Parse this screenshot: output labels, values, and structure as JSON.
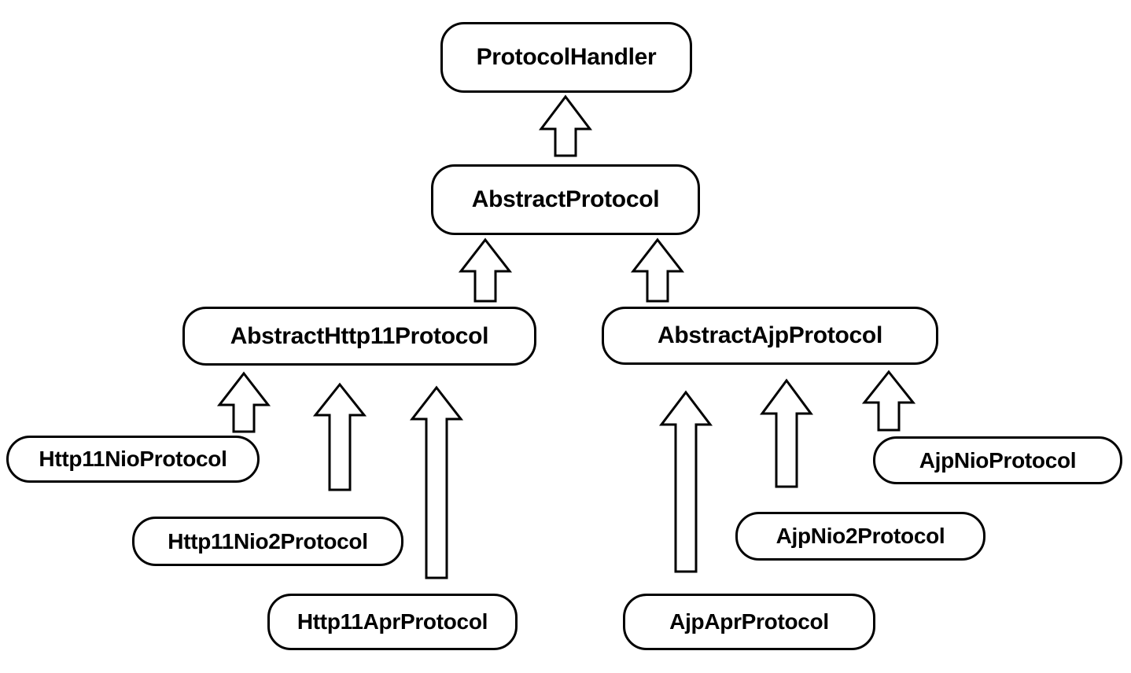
{
  "diagram": {
    "type": "class-inheritance-hierarchy",
    "background_color": "#ffffff",
    "box_fill_color": "#ffffff",
    "box_border_color": "#000000",
    "text_color": "#000000",
    "nodes": {
      "protocol_handler": {
        "label": "ProtocolHandler"
      },
      "abstract_protocol": {
        "label": "AbstractProtocol"
      },
      "abstract_http11_protocol": {
        "label": "AbstractHttp11Protocol"
      },
      "abstract_ajp_protocol": {
        "label": "AbstractAjpProtocol"
      },
      "http11_nio_protocol": {
        "label": "Http11NioProtocol"
      },
      "http11_nio2_protocol": {
        "label": "Http11Nio2Protocol"
      },
      "http11_apr_protocol": {
        "label": "Http11AprProtocol"
      },
      "ajp_apr_protocol": {
        "label": "AjpAprProtocol"
      },
      "ajp_nio2_protocol": {
        "label": "AjpNio2Protocol"
      },
      "ajp_nio_protocol": {
        "label": "AjpNioProtocol"
      }
    },
    "edges": [
      {
        "from": "AbstractProtocol",
        "to": "ProtocolHandler",
        "type": "extends"
      },
      {
        "from": "AbstractHttp11Protocol",
        "to": "AbstractProtocol",
        "type": "extends"
      },
      {
        "from": "AbstractAjpProtocol",
        "to": "AbstractProtocol",
        "type": "extends"
      },
      {
        "from": "Http11NioProtocol",
        "to": "AbstractHttp11Protocol",
        "type": "extends"
      },
      {
        "from": "Http11Nio2Protocol",
        "to": "AbstractHttp11Protocol",
        "type": "extends"
      },
      {
        "from": "Http11AprProtocol",
        "to": "AbstractHttp11Protocol",
        "type": "extends"
      },
      {
        "from": "AjpAprProtocol",
        "to": "AbstractAjpProtocol",
        "type": "extends"
      },
      {
        "from": "AjpNio2Protocol",
        "to": "AbstractAjpProtocol",
        "type": "extends"
      },
      {
        "from": "AjpNioProtocol",
        "to": "AbstractAjpProtocol",
        "type": "extends"
      }
    ]
  }
}
